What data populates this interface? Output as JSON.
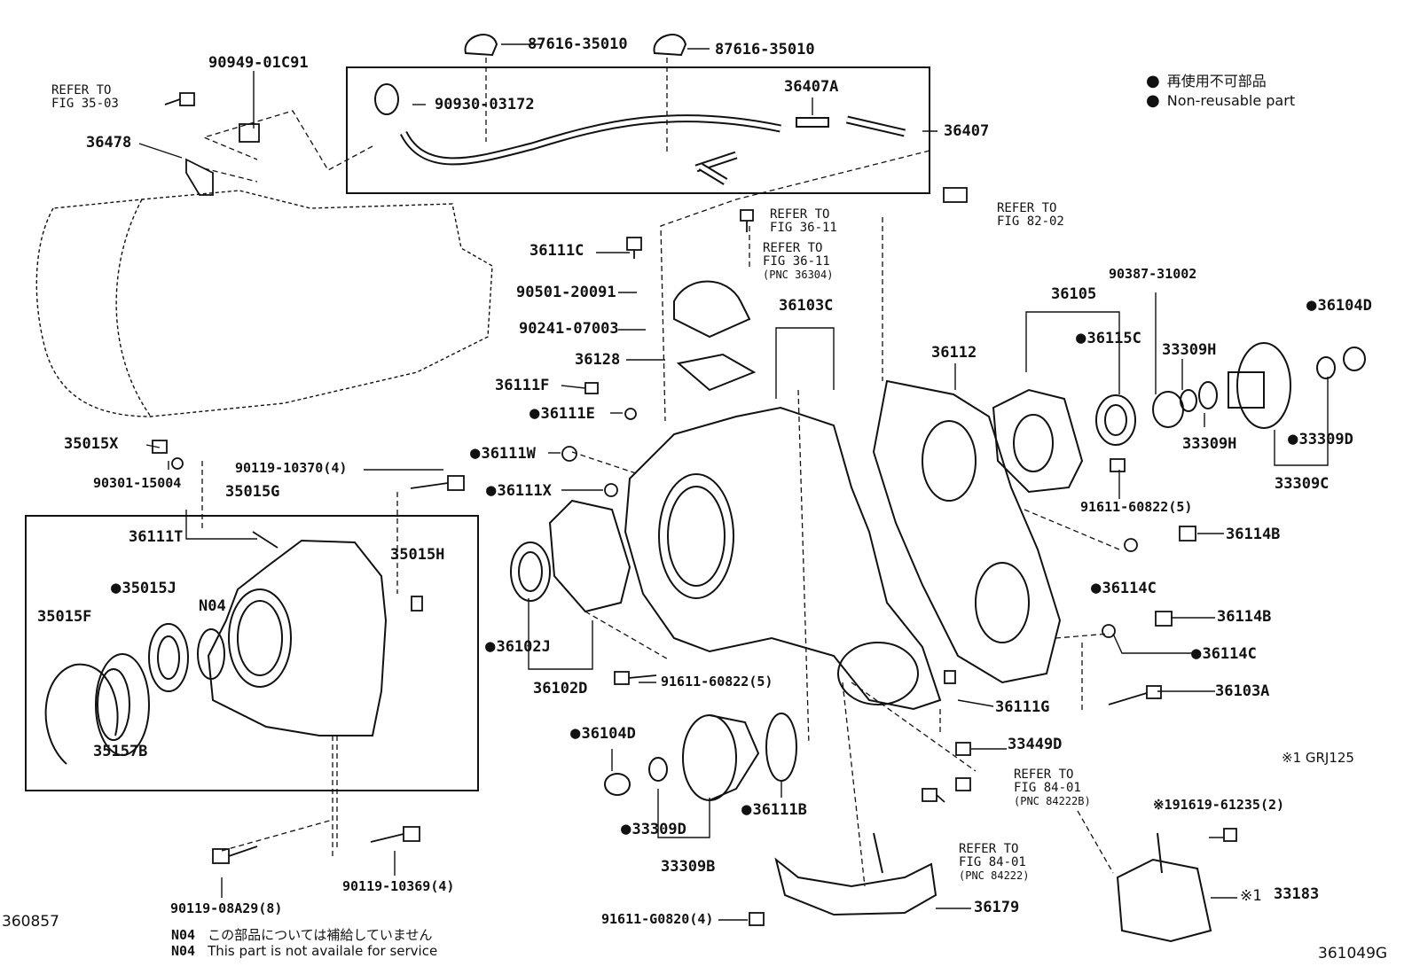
{
  "legend": {
    "symbol": "●",
    "line_jp": "再使用不可部品",
    "line_en": "Non-reusable part"
  },
  "corner_left": "360857",
  "corner_right": "361049G",
  "model_note": "※1 GRJ125",
  "footnote": {
    "code": "N04",
    "text_jp": "この部品については補給していません",
    "text_en": "This part is not availale for service"
  },
  "refs": [
    {
      "l1": "REFER TO",
      "l2": "FIG 35-03",
      "l3": ""
    },
    {
      "l1": "REFER TO",
      "l2": "FIG 36-11",
      "l3": ""
    },
    {
      "l1": "REFER TO",
      "l2": "FIG 36-11",
      "l3": "(PNC 36304)"
    },
    {
      "l1": "REFER TO",
      "l2": "FIG 82-02",
      "l3": ""
    },
    {
      "l1": "REFER TO",
      "l2": "FIG 84-01",
      "l3": "(PNC 84222B)"
    },
    {
      "l1": "REFER TO",
      "l2": "FIG 84-01",
      "l3": "(PNC 84222)"
    }
  ],
  "parts": [
    "90949-01C91",
    "87616-35010",
    "87616-35010",
    "90930-03172",
    "36407A",
    "36407",
    "36478",
    "36111C",
    "90501-20091",
    "90241-07003",
    "36128",
    "36111F",
    "36111E",
    "36111W",
    "36111X",
    "36103C",
    "36112",
    "36105",
    "90387-31002",
    "36104D",
    "36115C",
    "33309H",
    "33309H",
    "33309D",
    "33309C",
    "35015X",
    "90301-15004",
    "90119-10370(4)",
    "35015G",
    "36111T",
    "35015H",
    "35015J",
    "N04",
    "35015F",
    "35157B",
    "91611-60822(5)",
    "36114B",
    "36114C",
    "36114B",
    "36114C",
    "36102J",
    "36102D",
    "91611-60822(5)",
    "36111G",
    "36103A",
    "36104D",
    "33449D",
    "33309D",
    "33309B",
    "36111B",
    "91619-61235(2)",
    "33183",
    "90119-08A29(8)",
    "90119-10369(4)",
    "91611-G0820(4)",
    "36179"
  ]
}
